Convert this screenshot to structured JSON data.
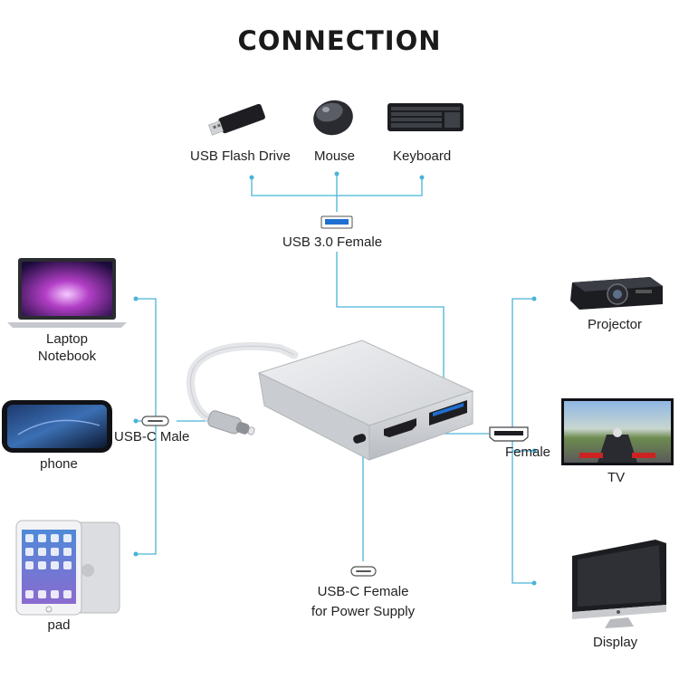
{
  "title": "CONNECTION",
  "devices": {
    "usb_flash_drive": "USB Flash Drive",
    "mouse": "Mouse",
    "keyboard": "Keyboard",
    "laptop_line1": "Laptop",
    "laptop_line2": "Notebook",
    "phone": "phone",
    "pad": "pad",
    "projector": "Projector",
    "tv": "TV",
    "display": "Display"
  },
  "ports": {
    "usb30": "USB 3.0 Female",
    "usbc_male": "USB-C Male",
    "hdmi_female": "Female",
    "usbc_power_line1": "USB-C Female",
    "usbc_power_line2": "for Power Supply"
  },
  "colors": {
    "connector_line": "#4ab3d8",
    "usb3_blue": "#1f6fd1",
    "adapter_silver": "#d9dbde",
    "dark": "#1e1e22"
  },
  "icons": [
    "usb-flash-drive-icon",
    "mouse-icon",
    "keyboard-icon",
    "laptop-icon",
    "phone-icon",
    "tablet-icon",
    "projector-icon",
    "tv-icon",
    "monitor-icon",
    "usb-a-port-icon",
    "usb-c-port-icon",
    "hdmi-port-icon",
    "adapter-hub"
  ]
}
